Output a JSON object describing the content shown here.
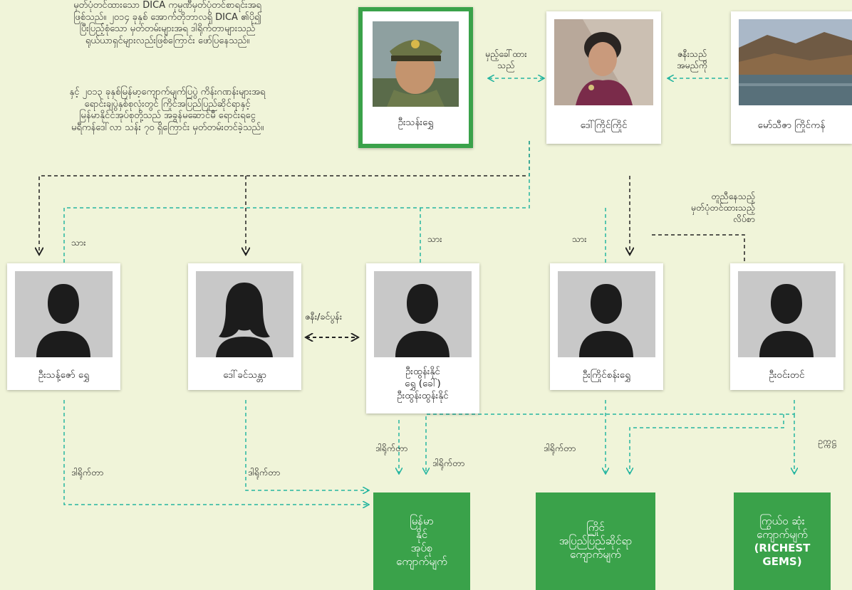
{
  "intro": {
    "paragraph1": "မှတ်ပုံတင်ထားသော DICA ကုမ္ပဏီမှတ်ပုံတင်စာရင်းအရ\nဖြစ်သည်။ ၂၀၁၄ ခုနှစ် အောက်တိုဘာလရှိ DICA ၏ပို၍\nပြီးပြည့်စုံသော မှတ်တမ်းများအရ ဒါရိုက်တာများသည်\nရုယ်ယာရှင်များလည်းဖြစ်ကြောင်း ဖော်ပြနေသည်။",
    "paragraph2": "နှင့် ၂၀၁၃ ခုနှစ်မြန်မာ့ကျောက်မျက်ပြပွဲ ကိန်းဂဏန်းများအရ\nရောင်းချပွဲနှစ်စုလုံးတွင် ကြိုင်အပြည်ပြည်ဆိုင်ရာနှင့်\nမြန်မာနိုင်ငံအုပ်စုတို့သည် အခွန်မဆောင်မီ ရောင်းရငွေ\nမရီကန်ဒေါ်လာ သန်း ၇၀ ရှိကြောင်း မှတ်တမ်းတင်ခဲ့သည်။"
  },
  "people": {
    "than_shwe": "ဦးသန်းရွှေ",
    "kyaing_kyaing": "ဒေါ်ကြိုင်ကြိုင်",
    "maw_thida": "မော်သီဇာ ကြိုင်ကန်",
    "thant_zaw": "ဦးသန့်ဇော် ရွှေ",
    "khin_thanda": "ဒေါ်ခင်သန္တာ",
    "htoon_naing": "ဦးထွန်းနိုင်\nရွှေ (ခေါ်)\nဦးထွန်းထွန်းနိုင်",
    "kyaing_san": "ဦးကြိုင်စန်းရွှေ",
    "win_tin": "ဦးဝင်းတင်"
  },
  "labels": {
    "married": "မှည့်ခေါ်ထား\nသည်",
    "in_law_top": "ဇနီးသည်\nအမည်ကို",
    "son1": "သား",
    "son2": "သား",
    "son3": "သား",
    "spouse": "ဇနီး/ခင်ပွန်း",
    "shared_address": "တူညီနေသည့်\nမှတ်ပုံတင်ထားသည့်\nလိပ်စာ",
    "director1": "ဒါရိုက်တာ",
    "director2": "ဒါရိုက်တာ",
    "director3": "ဒါရိုက်တာ",
    "director4": "ဒါရိုက်တာ",
    "director5": "ဒါရိုက်တာ",
    "chairman": "ဥက္ကဋ္ဌ"
  },
  "companies": {
    "myanmar_naing": "မြန်မာ\nနိုင်\nအုပ်စု\nကျောက်မျက်",
    "kyaing_intl": "ကြိုင်\nအပြည်ပြည်ဆိုင်ရာ\nကျောက်မျက်",
    "richest_line1": "ကြွယ်ဝ ဆုံး\nကျောက်မျက်",
    "richest_line2": "(RICHEST\nGEMS)"
  },
  "colors": {
    "background": "#f0f4d9",
    "accent_green": "#3aa24a",
    "teal_line": "#25b5a0",
    "black_line": "#222222"
  },
  "icons": {
    "person_male": "male-silhouette-icon",
    "person_female": "female-silhouette-icon"
  }
}
